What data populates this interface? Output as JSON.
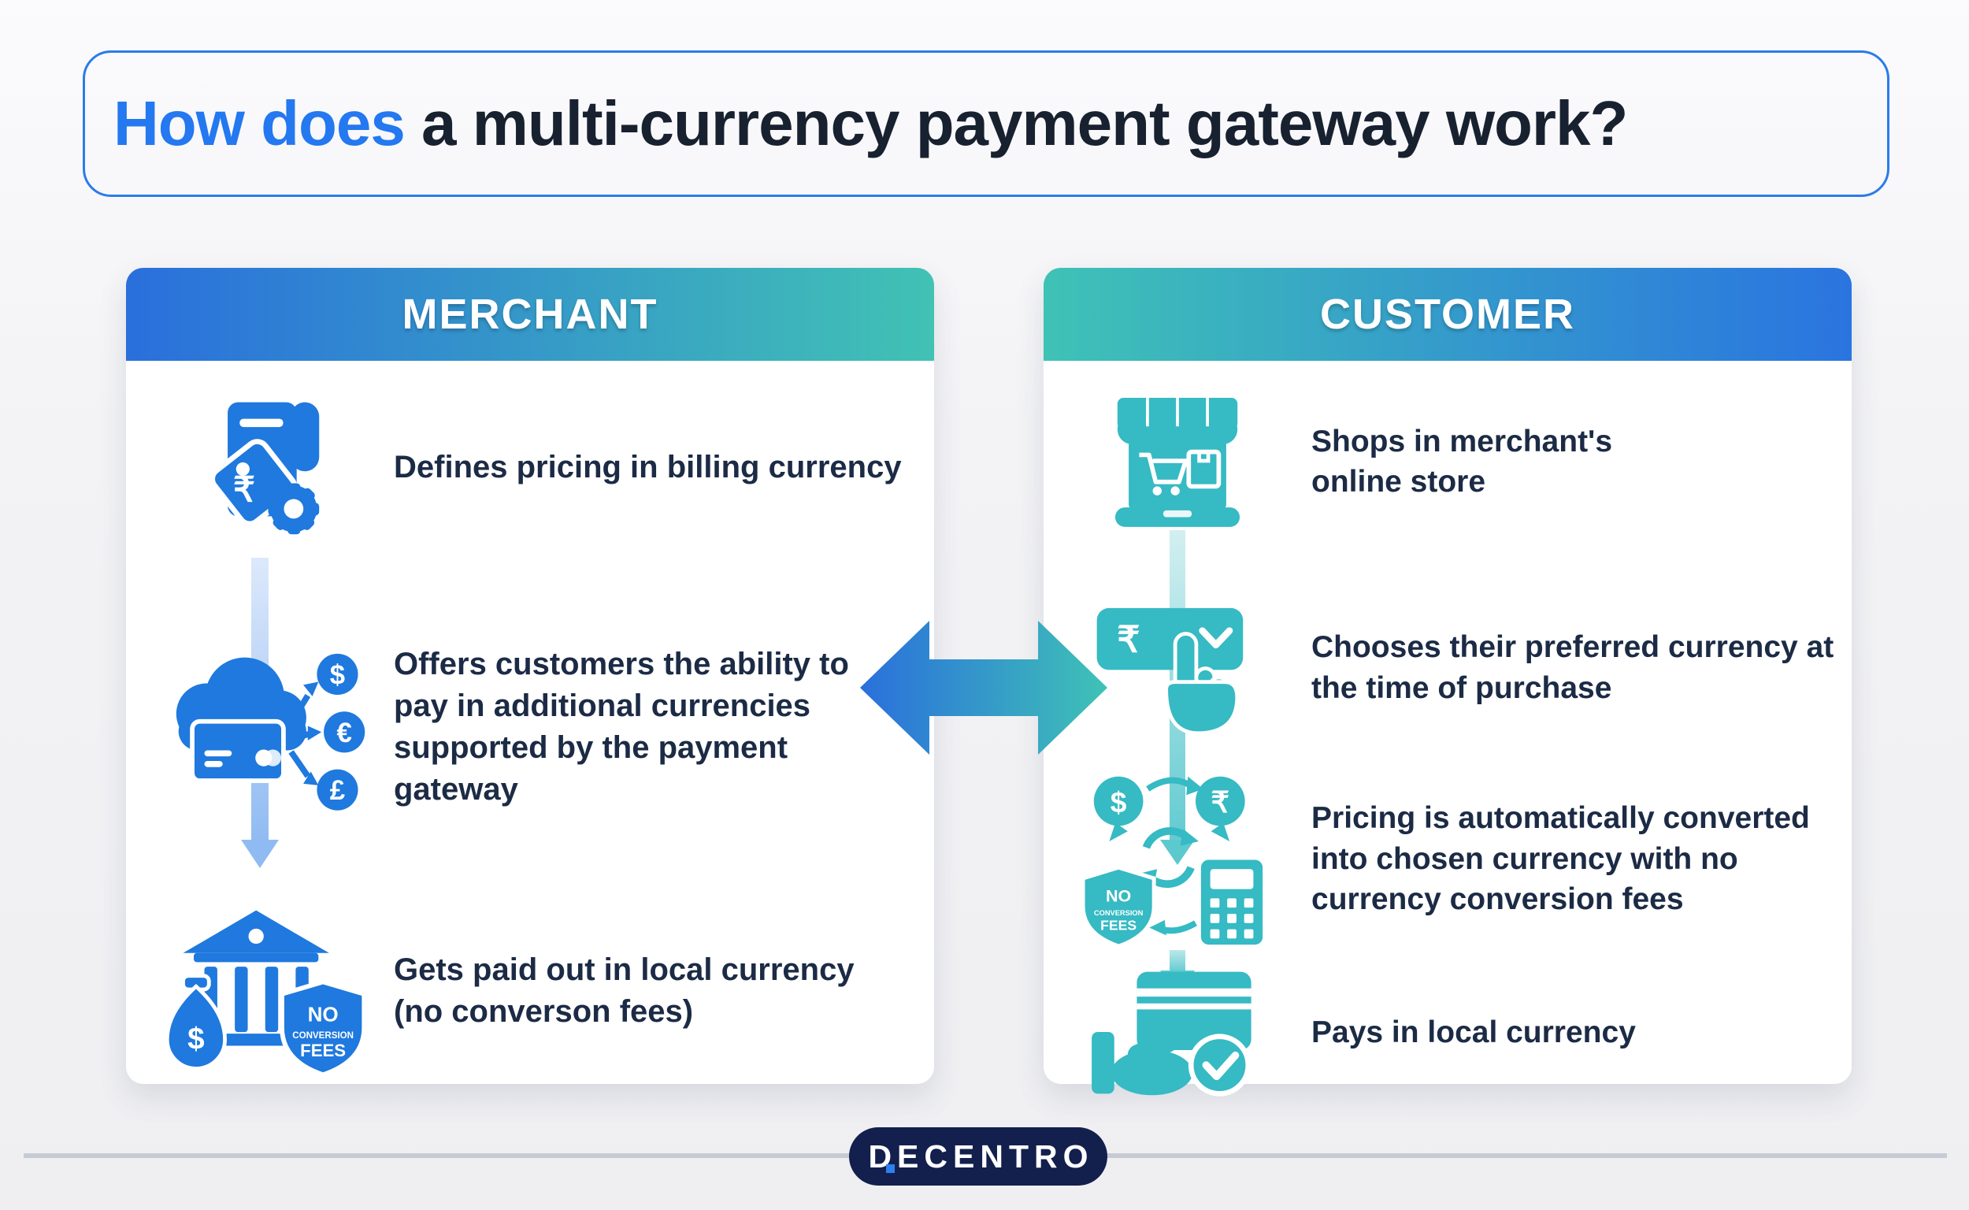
{
  "title": {
    "highlight": "How does",
    "rest": " a multi-currency payment gateway work?"
  },
  "panels": {
    "merchant": {
      "header": "MERCHANT",
      "rows": [
        {
          "icon": "pricing-receipt-tag-gear-icon",
          "text": "Defines pricing in billing currency"
        },
        {
          "icon": "cloud-card-currencies-icon",
          "text": "Offers customers the ability to pay in additional currencies supported by the payment gateway"
        },
        {
          "icon": "bank-moneybag-shield-icon",
          "text": "Gets paid out in local currency (no converson fees)"
        }
      ]
    },
    "customer": {
      "header": "CUSTOMER",
      "rows": [
        {
          "icon": "online-store-icon",
          "text": "Shops in merchant's\nonline store"
        },
        {
          "icon": "currency-dropdown-hand-icon",
          "text": "Chooses their preferred currency at the time of purchase"
        },
        {
          "icon": "currency-conversion-icon",
          "text": "Pricing is automatically converted into chosen currency with no currency conversion fees"
        },
        {
          "icon": "pay-card-hand-check-icon",
          "text": "Pays in local currency"
        }
      ]
    }
  },
  "icon_glyphs": {
    "dollar": "$",
    "euro": "€",
    "pound": "£",
    "rupee": "₹"
  },
  "shield": {
    "line1": "NO",
    "line2": "CONVERSION",
    "line3": "FEES"
  },
  "logo": {
    "text": "DECENTRO"
  },
  "colors": {
    "accent_blue": "#2478f0",
    "icon_blue": "#1f79de",
    "icon_teal": "#36bac3",
    "header_gradient_blue": "#2a6fdc",
    "header_gradient_teal": "#41c2b4",
    "navy_text": "#1c2b45",
    "logo_navy": "#131f4d"
  }
}
